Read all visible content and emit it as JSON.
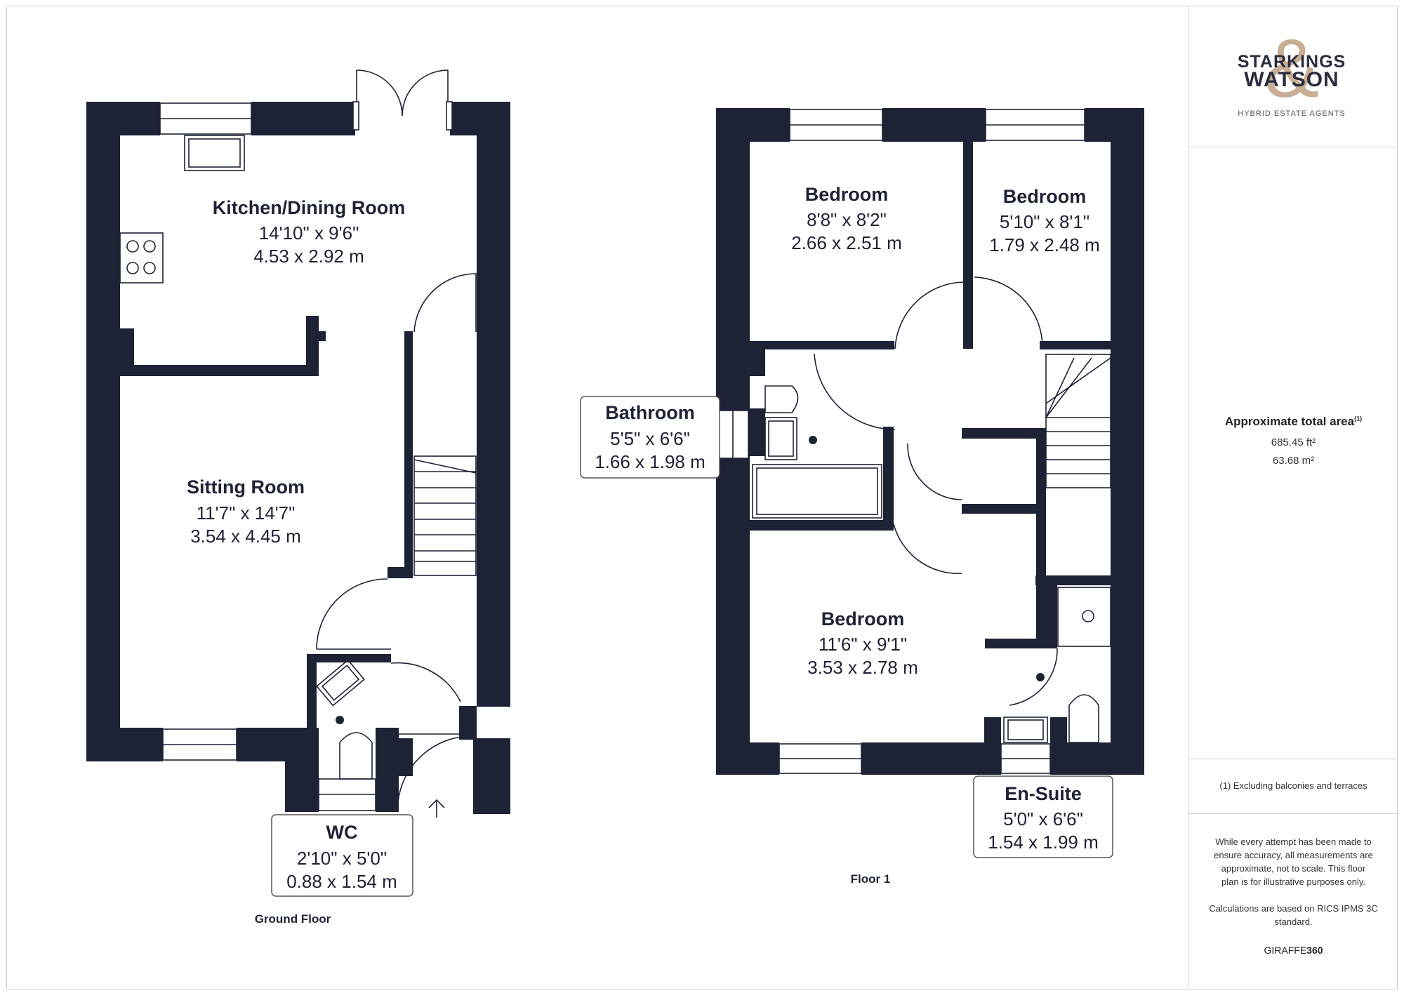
{
  "brand": {
    "name_line1": "STARKINGS",
    "name_line2": "WATSON",
    "tagline": "HYBRID ESTATE AGENTS",
    "ampersand_color": "#c8ae94",
    "text_color": "#2a2d3e"
  },
  "colors": {
    "wall": "#1e2235",
    "label_box_border": "#555555",
    "text": "#1e2235"
  },
  "sidebar": {
    "area_title": "Approximate total area",
    "area_note_mark": "(1)",
    "area_sqft": "685.45 ft²",
    "area_sqm": "63.68 m²",
    "footnote": "(1) Excluding balconies and terraces",
    "disclaimer_line1": "While every attempt has been made to",
    "disclaimer_line2": "ensure accuracy, all measurements are",
    "disclaimer_line3": "approximate, not to scale. This floor",
    "disclaimer_line4": "plan is for illustrative purposes only.",
    "calc_line1": "Calculations are based on RICS IPMS 3C",
    "calc_line2": "standard.",
    "giraffe_a": "GIRAFFE",
    "giraffe_b": "360"
  },
  "ground_floor": {
    "label": "Ground Floor",
    "rooms": [
      {
        "name": "Kitchen/Dining Room",
        "imperial": "14'10\" x 9'6\"",
        "metric": "4.53 x 2.92 m"
      },
      {
        "name": "Sitting Room",
        "imperial": "11'7\" x 14'7\"",
        "metric": "3.54 x 4.45 m"
      },
      {
        "name": "WC",
        "imperial": "2'10\" x 5'0\"",
        "metric": "0.88 x 1.54 m"
      }
    ]
  },
  "first_floor": {
    "label": "Floor 1",
    "rooms": [
      {
        "name": "Bedroom",
        "imperial": "8'8\" x 8'2\"",
        "metric": "2.66 x 2.51 m"
      },
      {
        "name": "Bedroom",
        "imperial": "5'10\" x 8'1\"",
        "metric": "1.79 x 2.48 m"
      },
      {
        "name": "Bathroom",
        "imperial": "5'5\" x 6'6\"",
        "metric": "1.66 x 1.98 m"
      },
      {
        "name": "Bedroom",
        "imperial": "11'6\" x 9'1\"",
        "metric": "3.53 x 2.78 m"
      },
      {
        "name": "En-Suite",
        "imperial": "5'0\" x 6'6\"",
        "metric": "1.54 x 1.99 m"
      }
    ]
  }
}
